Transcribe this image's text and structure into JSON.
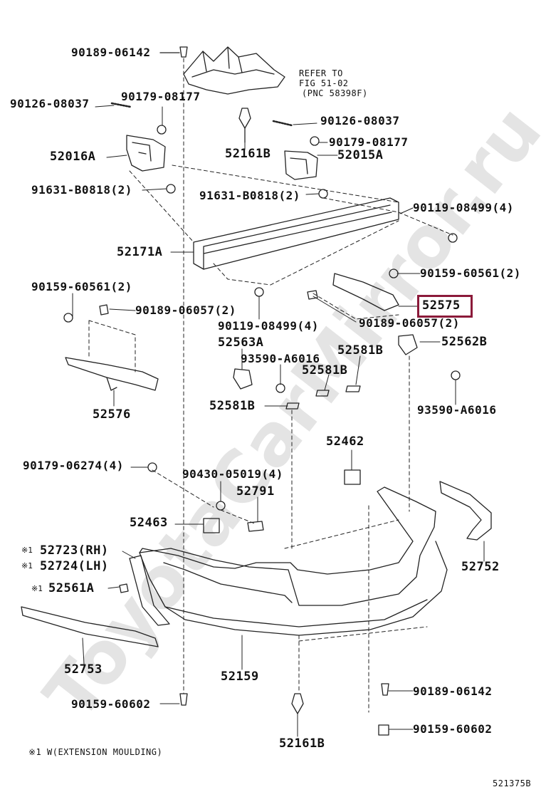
{
  "watermark": "ToyotaCarMirror.ru",
  "refer": {
    "line1": "REFER TO",
    "line2": "FIG 51-02",
    "line3": "(PNC 58398F)"
  },
  "labels": {
    "p90189_06142_top": "90189-06142",
    "p90126_08037_left": "90126-08037",
    "p90179_08177_left": "90179-08177",
    "p52016A": "52016A",
    "p52161B_top": "52161B",
    "p90126_08037_right": "90126-08037",
    "p90179_08177_right": "90179-08177",
    "p52015A": "52015A",
    "p91631_left": "91631-B0818(2)",
    "p91631_right": "91631-B0818(2)",
    "p90119_right": "90119-08499(4)",
    "p52171A": "52171A",
    "p90159_60561_right": "90159-60561(2)",
    "p90159_60561_left": "90159-60561(2)",
    "p90189_06057_left": "90189-06057(2)",
    "p52575": "52575",
    "p90119_lower": "90119-08499(4)",
    "p90189_06057_right": "90189-06057(2)",
    "p52563A": "52563A",
    "p93590_left": "93590-A6016",
    "p52581B_a": "52581B",
    "p52562B": "52562B",
    "p52581B_b": "52581B",
    "p52576": "52576",
    "p93590_right": "93590-A6016",
    "p52581B_c": "52581B",
    "p52462": "52462",
    "p90179_06274": "90179-06274(4)",
    "p90430_05019": "90430-05019(4)",
    "p52791": "52791",
    "p52463": "52463",
    "p52723": "52723(RH)",
    "p52724": "52724(LH)",
    "p52561A": "52561A",
    "p52752": "52752",
    "p52753": "52753",
    "p52159": "52159",
    "p90189_06142_bottom": "90189-06142",
    "p90159_60602_left": "90159-60602",
    "p90159_60602_right": "90159-60602",
    "p52161B_bottom": "52161B"
  },
  "note_mark": "※1",
  "footnote": "※1 W(EXTENSION MOULDING)",
  "figure_id": "521375B",
  "highlight_color": "#8b1a3a"
}
